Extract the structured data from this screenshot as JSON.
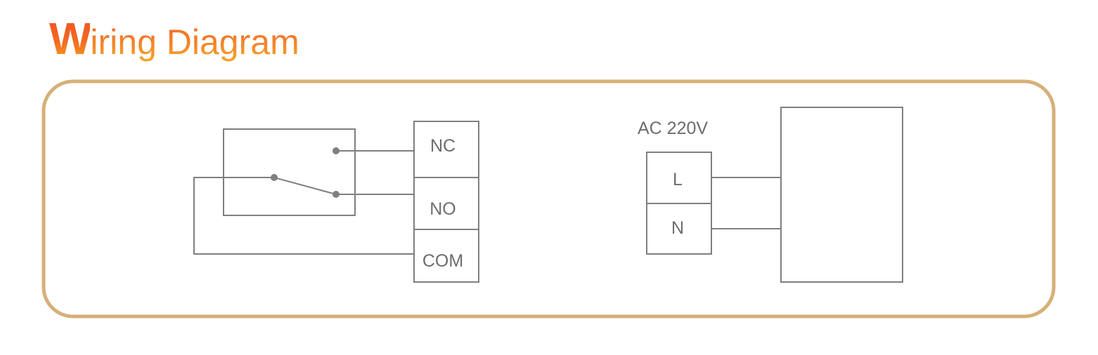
{
  "title": {
    "initial": "W",
    "rest": "iring Diagram"
  },
  "relay": {
    "terminals": [
      "NC",
      "NO",
      "COM"
    ]
  },
  "power": {
    "label": "AC 220V",
    "terminals": [
      "L",
      "N"
    ]
  },
  "colors": {
    "frame": "#d6b078",
    "line": "#7f7f7f",
    "title_start": "#ee4f23",
    "title_end": "#f7a21d"
  }
}
